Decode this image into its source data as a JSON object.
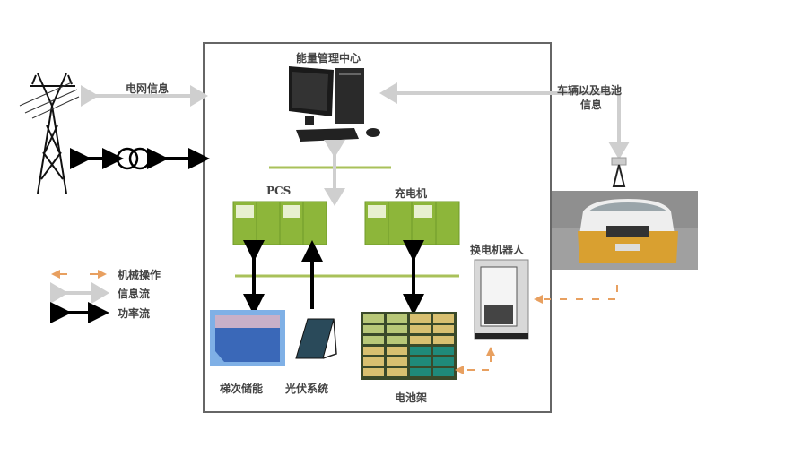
{
  "diagram": {
    "title": "能量管理中心",
    "labels": {
      "grid_info": "电网信息",
      "vehicle_battery_info_line1": "车辆以及电池",
      "vehicle_battery_info_line2": "信息",
      "pcs": "PCS",
      "charger": "充电机",
      "swap_robot": "换电机器人",
      "echelon_storage": "梯次储能",
      "pv_system": "光伏系统",
      "battery_rack": "电池架"
    },
    "legend": [
      {
        "label": "机械操作",
        "style": "dashed-orange"
      },
      {
        "label": "信息流",
        "style": "gray"
      },
      {
        "label": "功率流",
        "style": "black"
      }
    ],
    "icons": {
      "tower": "transmission-tower-icon",
      "transformer": "transformer-icon",
      "computer": "computer-icon",
      "car": "electric-car-icon",
      "robot": "swap-robot-icon",
      "solar": "solar-panel-icon",
      "storage": "battery-storage-icon",
      "rack": "battery-rack-icon"
    },
    "colors": {
      "green_bus": "#a9c15a",
      "cabinet": "#8db63a",
      "info_arrow": "#cfcfcf",
      "power_arrow": "#000000",
      "mech_arrow": "#e8a060",
      "frame": "#666666"
    }
  }
}
